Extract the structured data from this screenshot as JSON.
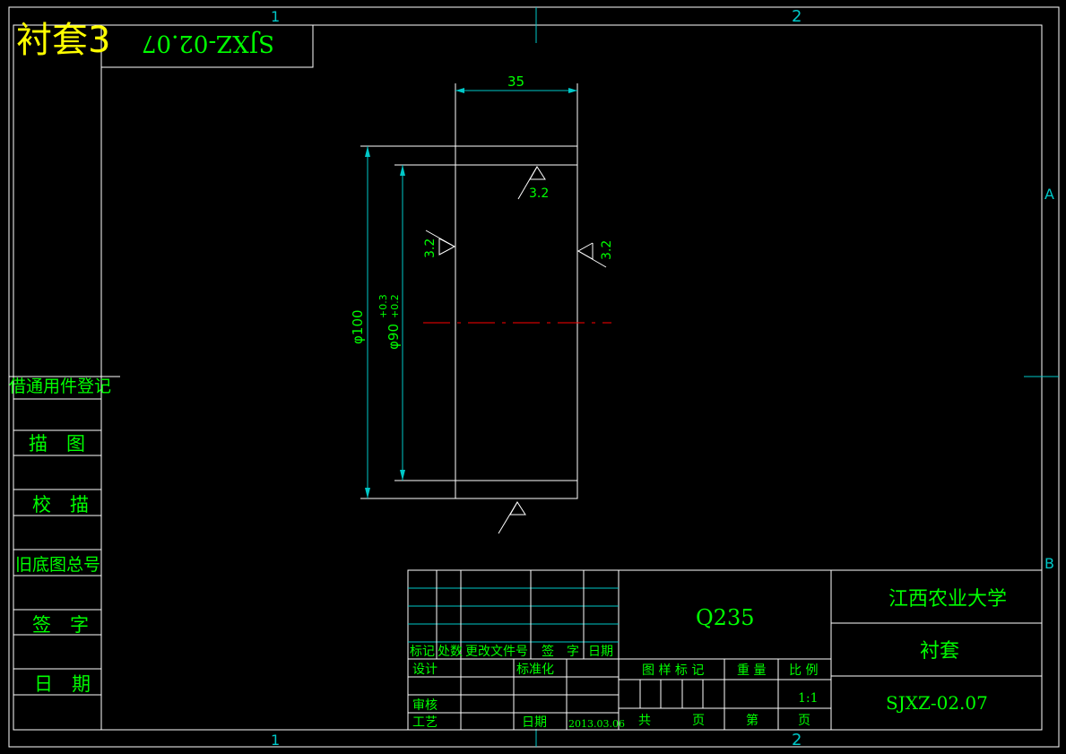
{
  "overlay_title": "衬套3",
  "mirrored_code": "SJXZ-02.07",
  "zones": {
    "top_1": "1",
    "top_2": "2",
    "bottom_1": "1",
    "bottom_2": "2",
    "right_a": "A",
    "right_b": "B"
  },
  "side_panel": [
    "借通用件登记",
    "描　图",
    "校　描",
    "旧底图总号",
    "签　字",
    "日　期"
  ],
  "drawing": {
    "width_dim": "35",
    "outer_dia": "φ100",
    "inner_dia": "φ90",
    "tol_upper": "+0.3",
    "tol_lower": "+0.2",
    "roughness_top": "3.2",
    "roughness_left": "3.2",
    "roughness_right": "3.2"
  },
  "title_block": {
    "rev_headers": [
      "标记",
      "处数",
      "更改文件号",
      "签　字",
      "日期"
    ],
    "design": "设计",
    "standard": "标准化",
    "review": "审核",
    "process": "工艺",
    "date_label": "日期",
    "date_value": "2013.03.06",
    "material": "Q235",
    "university": "江西农业大学",
    "part_name": "衬套",
    "drawing_no": "SJXZ-02.07",
    "stage_label": "图 样 标 记",
    "weight_label": "重 量",
    "scale_label": "比 例",
    "scale_value": "1:1",
    "total": "共",
    "page1": "页",
    "sheet": "第",
    "page2": "页"
  }
}
